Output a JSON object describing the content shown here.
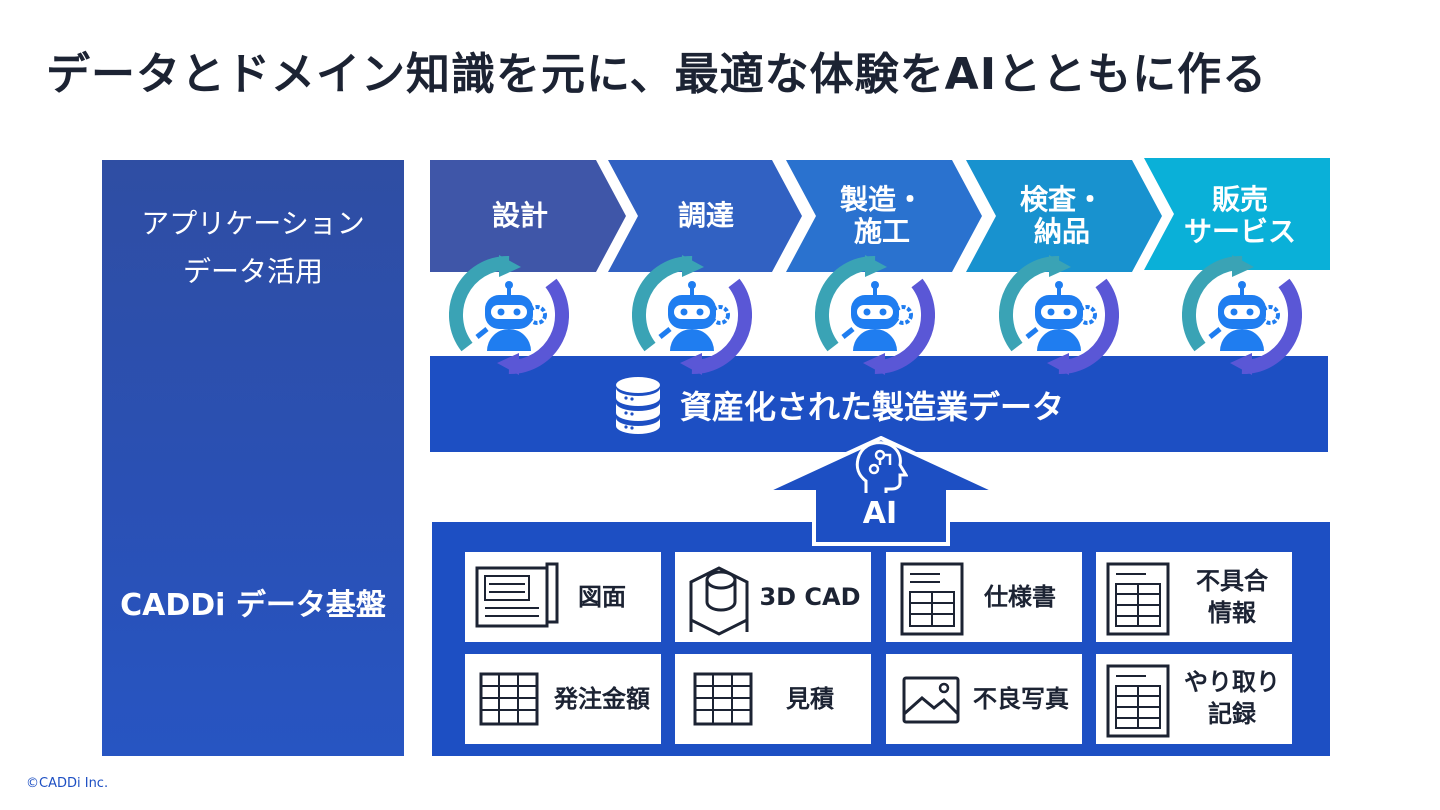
{
  "title": "データとドメイン知識を元に、最適な体験をAIとともに作る",
  "left_panel": {
    "top_label": "アプリケーション\nデータ活用",
    "bottom_label": "CADDi データ基盤"
  },
  "process_steps": [
    {
      "label": "設計",
      "color": "#3f56a8"
    },
    {
      "label": "調達",
      "color": "#3161c2"
    },
    {
      "label": "製造・\n施工",
      "color": "#2a72cf"
    },
    {
      "label": "検査・\n納品",
      "color": "#1892cf"
    },
    {
      "label": "販売\nサービス",
      "color": "#0ab0d8"
    }
  ],
  "data_band_label": "資産化された製造業データ",
  "ai_label": "AI",
  "data_sources": [
    {
      "label": "図面",
      "icon": "blueprint-icon"
    },
    {
      "label": "3D CAD",
      "icon": "3d-model-icon"
    },
    {
      "label": "仕様書",
      "icon": "document-icon"
    },
    {
      "label": "不具合\n情報",
      "icon": "spreadsheet-document-icon"
    },
    {
      "label": "発注金額",
      "icon": "table-icon"
    },
    {
      "label": "見積",
      "icon": "table-icon"
    },
    {
      "label": "不良写真",
      "icon": "image-icon"
    },
    {
      "label": "やり取り\n記録",
      "icon": "spreadsheet-document-icon"
    }
  ],
  "footer": "©CADDi Inc.",
  "colors": {
    "primary_blue": "#1d4fc3",
    "title_text": "#1c2333",
    "robot_blue": "#1f7df0",
    "cycle_teal": "#3aa3b5",
    "cycle_purple": "#5a57d6"
  }
}
